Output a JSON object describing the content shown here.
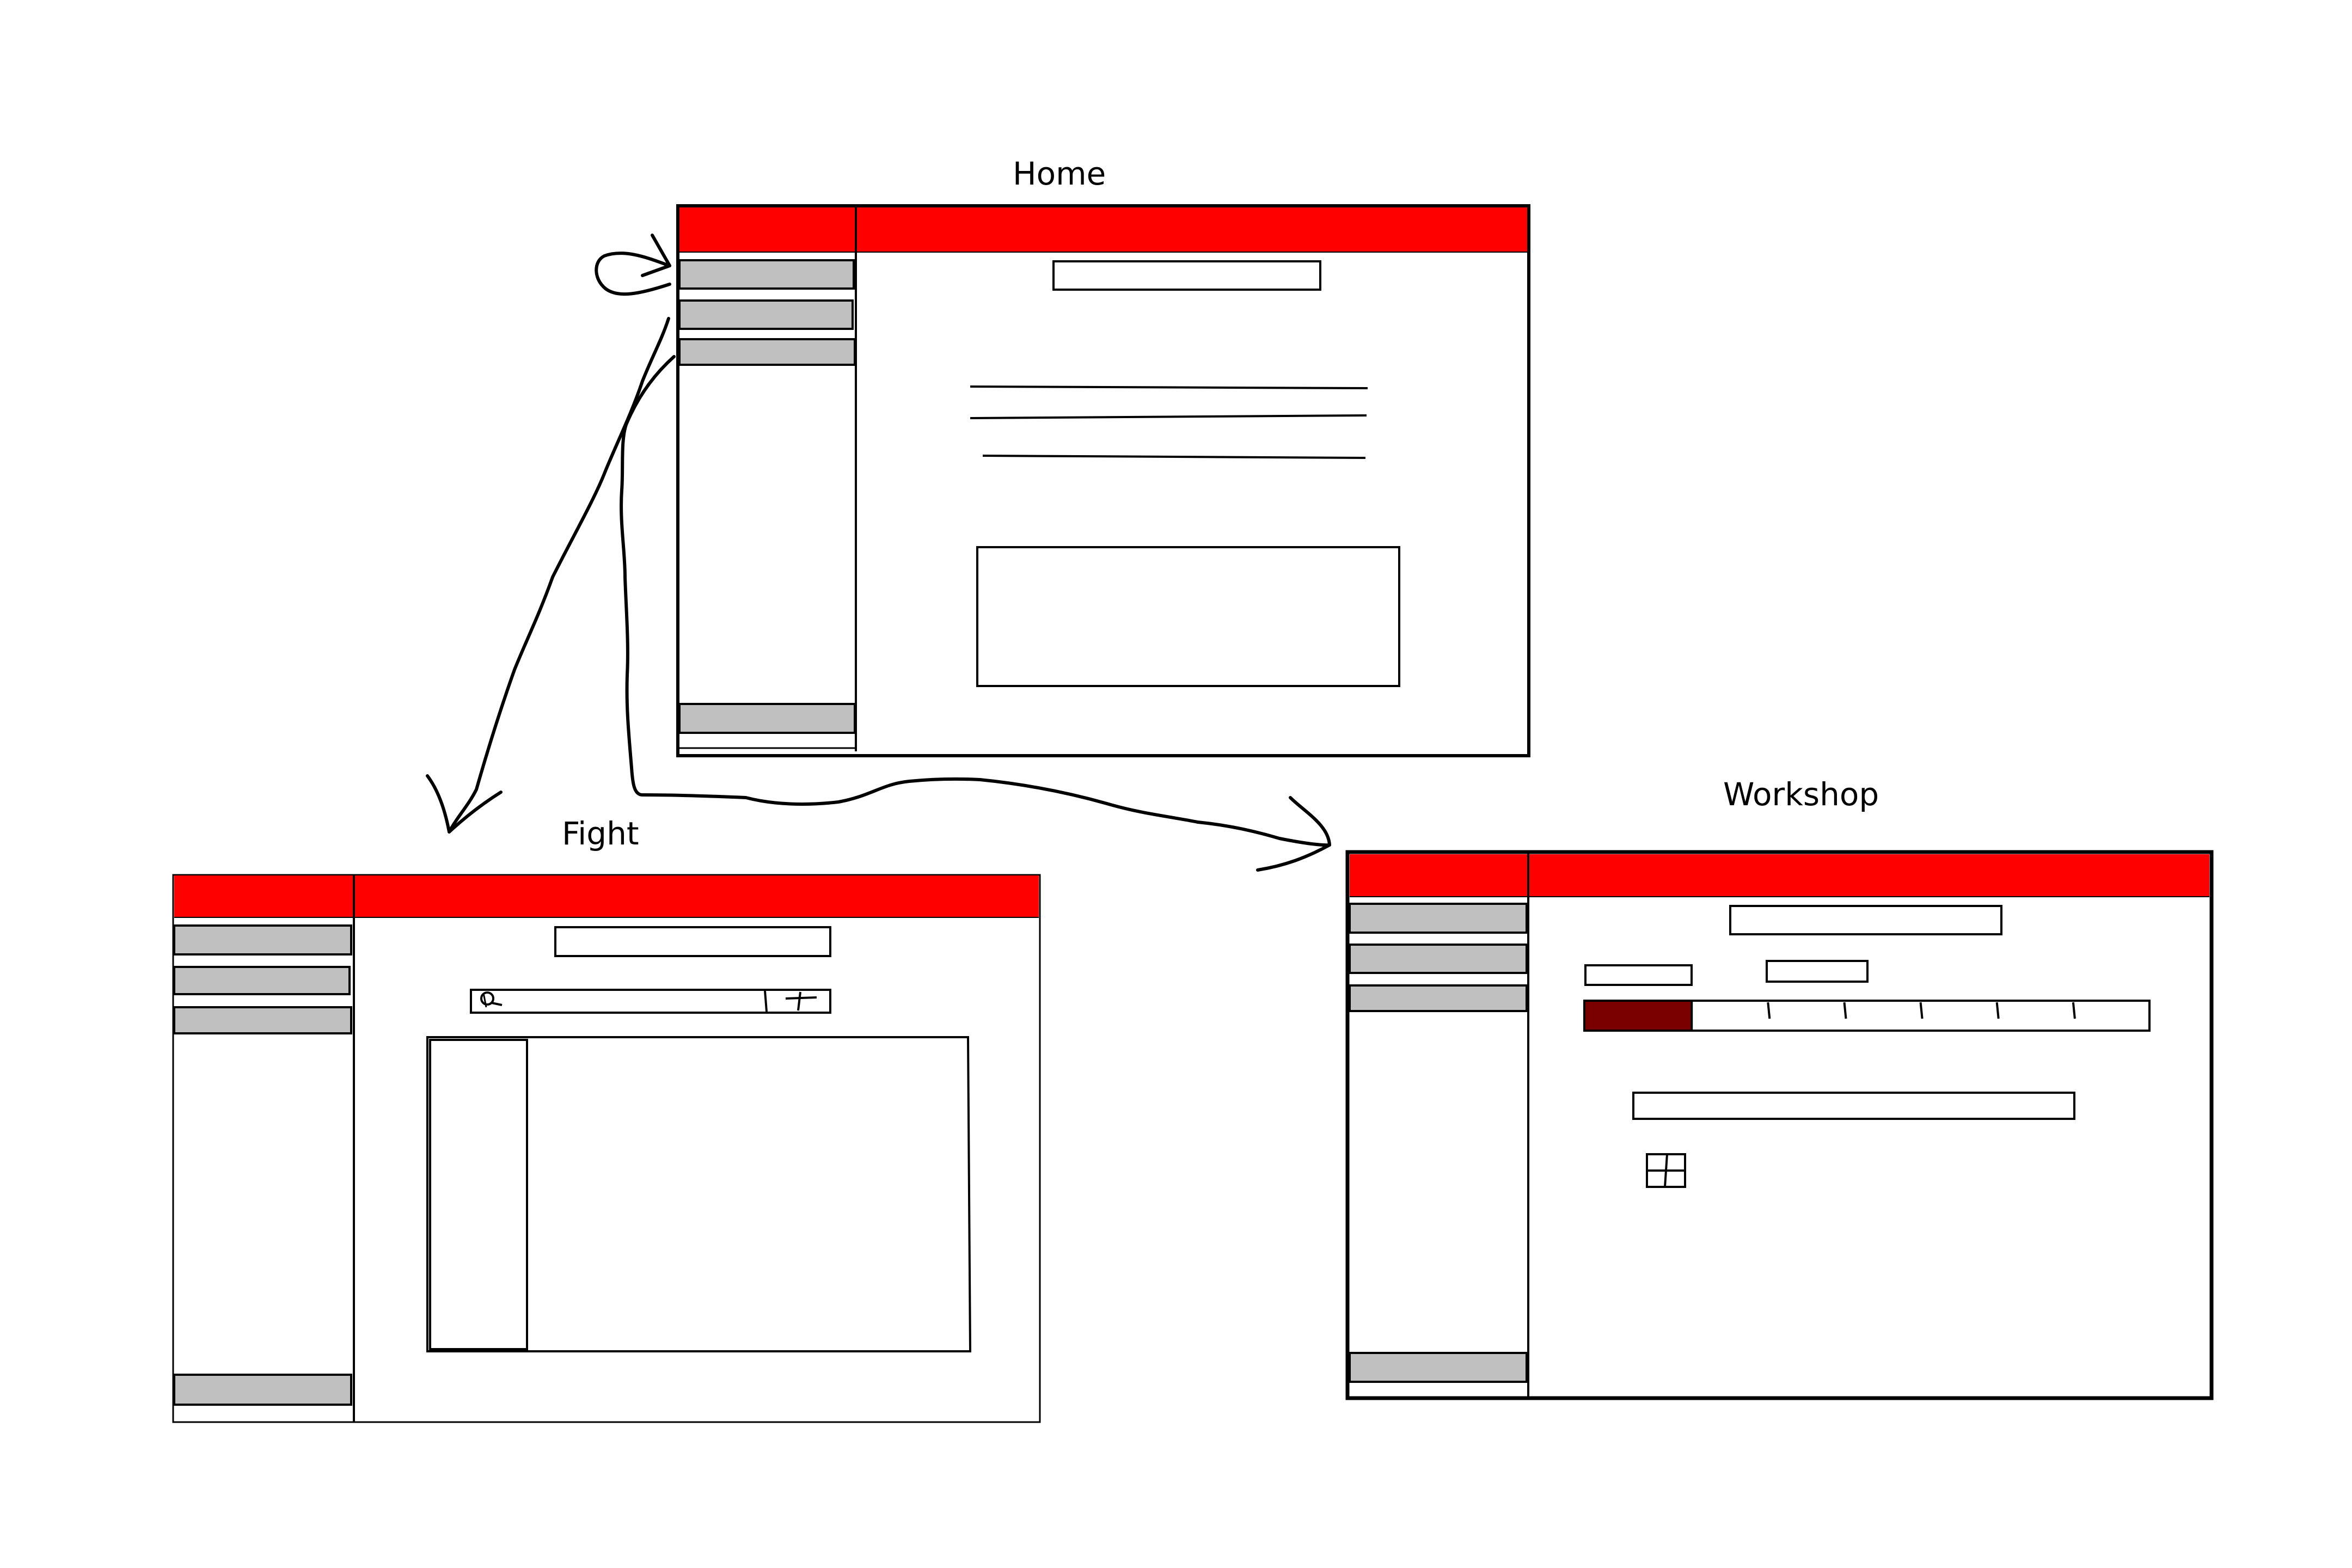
{
  "diagram": {
    "screens": [
      {
        "id": "home",
        "title": "Home"
      },
      {
        "id": "fight",
        "title": "Fight"
      },
      {
        "id": "workshop",
        "title": "Workshop"
      }
    ],
    "transitions": [
      {
        "from": "home",
        "to": "home",
        "kind": "self-loop"
      },
      {
        "from": "home",
        "to": "fight",
        "kind": "arrow"
      },
      {
        "from": "home",
        "to": "workshop",
        "kind": "arrow"
      }
    ],
    "colors": {
      "header": "#ff0000",
      "nav_item": "#c0c0c0",
      "progress_fill": "#7a0000",
      "stroke": "#000000",
      "background": "#ffffff"
    },
    "workshop": {
      "progress_fraction": 0.19,
      "progress_segments": 6
    }
  }
}
